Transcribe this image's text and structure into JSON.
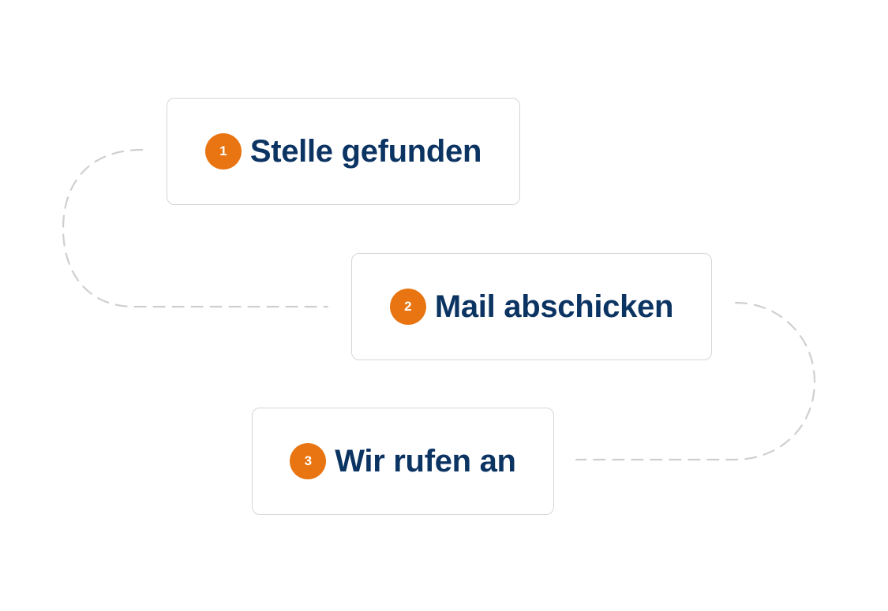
{
  "colors": {
    "accent": "#e87511",
    "title": "#0c3463",
    "connector": "#cfcfcf",
    "card_border": "#d6d6d6"
  },
  "steps": [
    {
      "number": "1",
      "label": "Stelle gefunden"
    },
    {
      "number": "2",
      "label": "Mail abschicken"
    },
    {
      "number": "3",
      "label": "Wir rufen an"
    }
  ]
}
